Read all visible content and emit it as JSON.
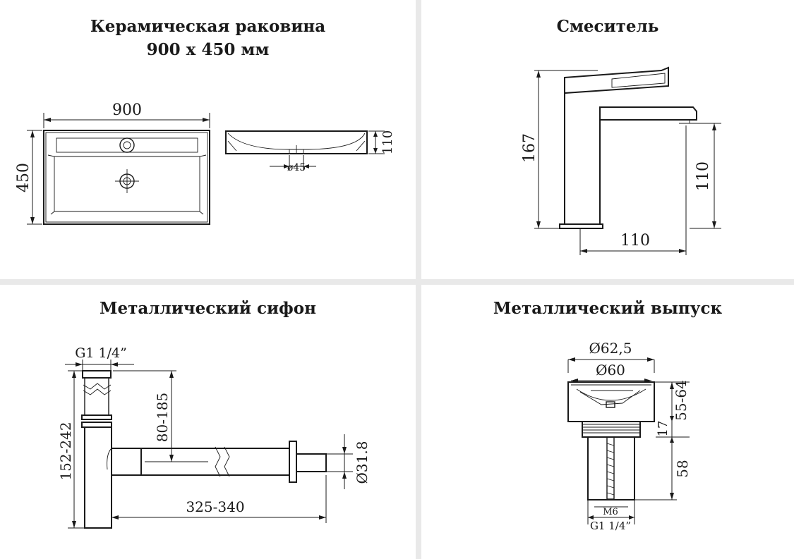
{
  "panels": {
    "basin": {
      "title_line1": "Керамическая раковина",
      "title_line2": "900 х 450 мм",
      "width_label": "900",
      "depth_label": "450",
      "height_label": "110",
      "drain_label": "ø45"
    },
    "mixer": {
      "title": "Смеситель",
      "height_label": "167",
      "spout_height_label": "110",
      "reach_label": "110"
    },
    "siphon": {
      "title": "Металлический сифон",
      "thread_label": "G1 1/4”",
      "height_label": "152-242",
      "upper_label": "80-185",
      "length_label": "325-340",
      "diameter_label": "Ø31.8"
    },
    "drain": {
      "title": "Металлический выпуск",
      "outer_diameter_label": "Ø62,5",
      "inner_diameter_label": "Ø60",
      "range_label": "55-64",
      "cap_label": "17",
      "body_label": "58",
      "screw_label": "M6",
      "thread_label": "G1 1/4”"
    }
  }
}
